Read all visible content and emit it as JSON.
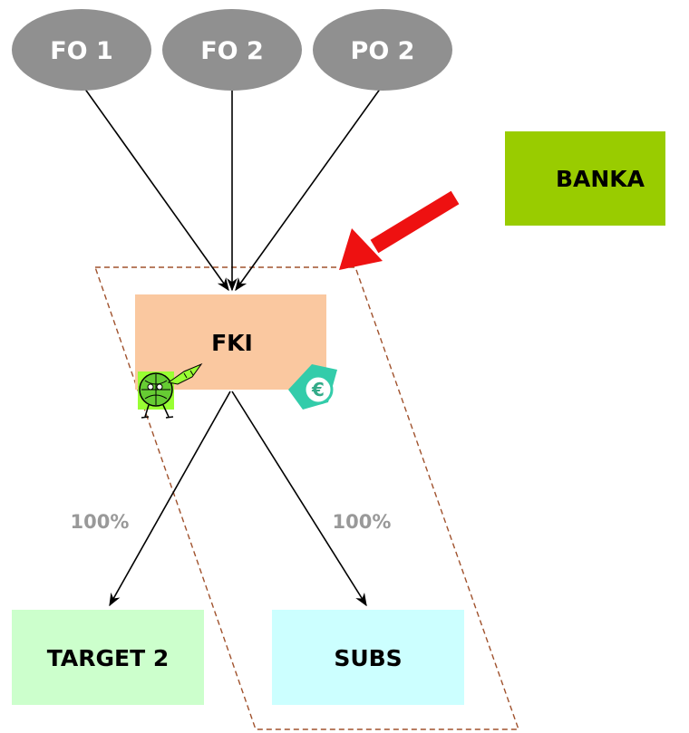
{
  "nodes": {
    "fo1": {
      "label": "FO 1"
    },
    "fo2": {
      "label": "FO 2"
    },
    "po2": {
      "label": "PO 2"
    },
    "banka": {
      "label": "BANKA"
    },
    "fki": {
      "label": "FKI"
    },
    "target2": {
      "label": "TARGET 2"
    },
    "subs": {
      "label": "SUBS"
    }
  },
  "edges": {
    "left_pct": "100%",
    "right_pct": "100%"
  },
  "colors": {
    "oval": "#909090",
    "banka": "#99CC00",
    "fki": "#FAC8A0",
    "target2": "#CCFFCC",
    "subs": "#CCFFFF",
    "arrow_red": "#EE1111",
    "dashed": "#A0522D",
    "pct": "#999999"
  },
  "icons": [
    "globe-mascot-icon",
    "euro-icon"
  ]
}
